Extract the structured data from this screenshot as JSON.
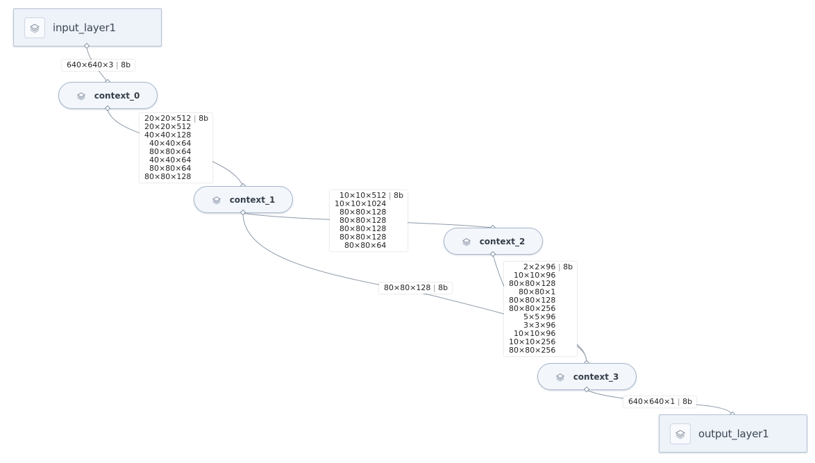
{
  "nodes": {
    "input_layer1": {
      "label": "input_layer1",
      "icon": "layers-icon"
    },
    "context_0": {
      "label": "context_0",
      "icon": "layers-icon"
    },
    "context_1": {
      "label": "context_1",
      "icon": "layers-icon"
    },
    "context_2": {
      "label": "context_2",
      "icon": "layers-icon"
    },
    "context_3": {
      "label": "context_3",
      "icon": "layers-icon"
    },
    "output_layer1": {
      "label": "output_layer1",
      "icon": "layers-icon"
    }
  },
  "edges": {
    "e0": {
      "from": "input_layer1",
      "to": "context_0",
      "lines": [
        "640×640×3"
      ],
      "bits": "8b"
    },
    "e1": {
      "from": "context_0",
      "to": "context_1",
      "lines": [
        "20×20×512",
        "20×20×512",
        "40×40×128",
        "40×40×64",
        "80×80×64",
        "40×40×64",
        "80×80×64",
        "80×80×128"
      ],
      "bits": "8b"
    },
    "e2": {
      "from": "context_1",
      "to": "context_2",
      "lines": [
        "10×10×512",
        "10×10×1024",
        "80×80×128",
        "80×80×128",
        "80×80×128",
        "80×80×128",
        "80×80×64"
      ],
      "bits": "8b"
    },
    "e3": {
      "from": "context_1",
      "to": "context_3",
      "lines": [
        "80×80×128"
      ],
      "bits": "8b"
    },
    "e4": {
      "from": "context_2",
      "to": "context_3",
      "lines": [
        "2×2×96",
        "10×10×96",
        "80×80×128",
        "80×80×1",
        "80×80×128",
        "80×80×256",
        "5×5×96",
        "3×3×96",
        "10×10×96",
        "10×10×256",
        "80×80×256"
      ],
      "bits": "8b"
    },
    "e5": {
      "from": "context_3",
      "to": "output_layer1",
      "lines": [
        "640×640×1"
      ],
      "bits": "8b"
    }
  },
  "colors": {
    "edge": "#8e99a8",
    "node_fill": "#f3f6fb",
    "node_border": "#a7b5c8",
    "io_fill": "#eef2f9"
  }
}
